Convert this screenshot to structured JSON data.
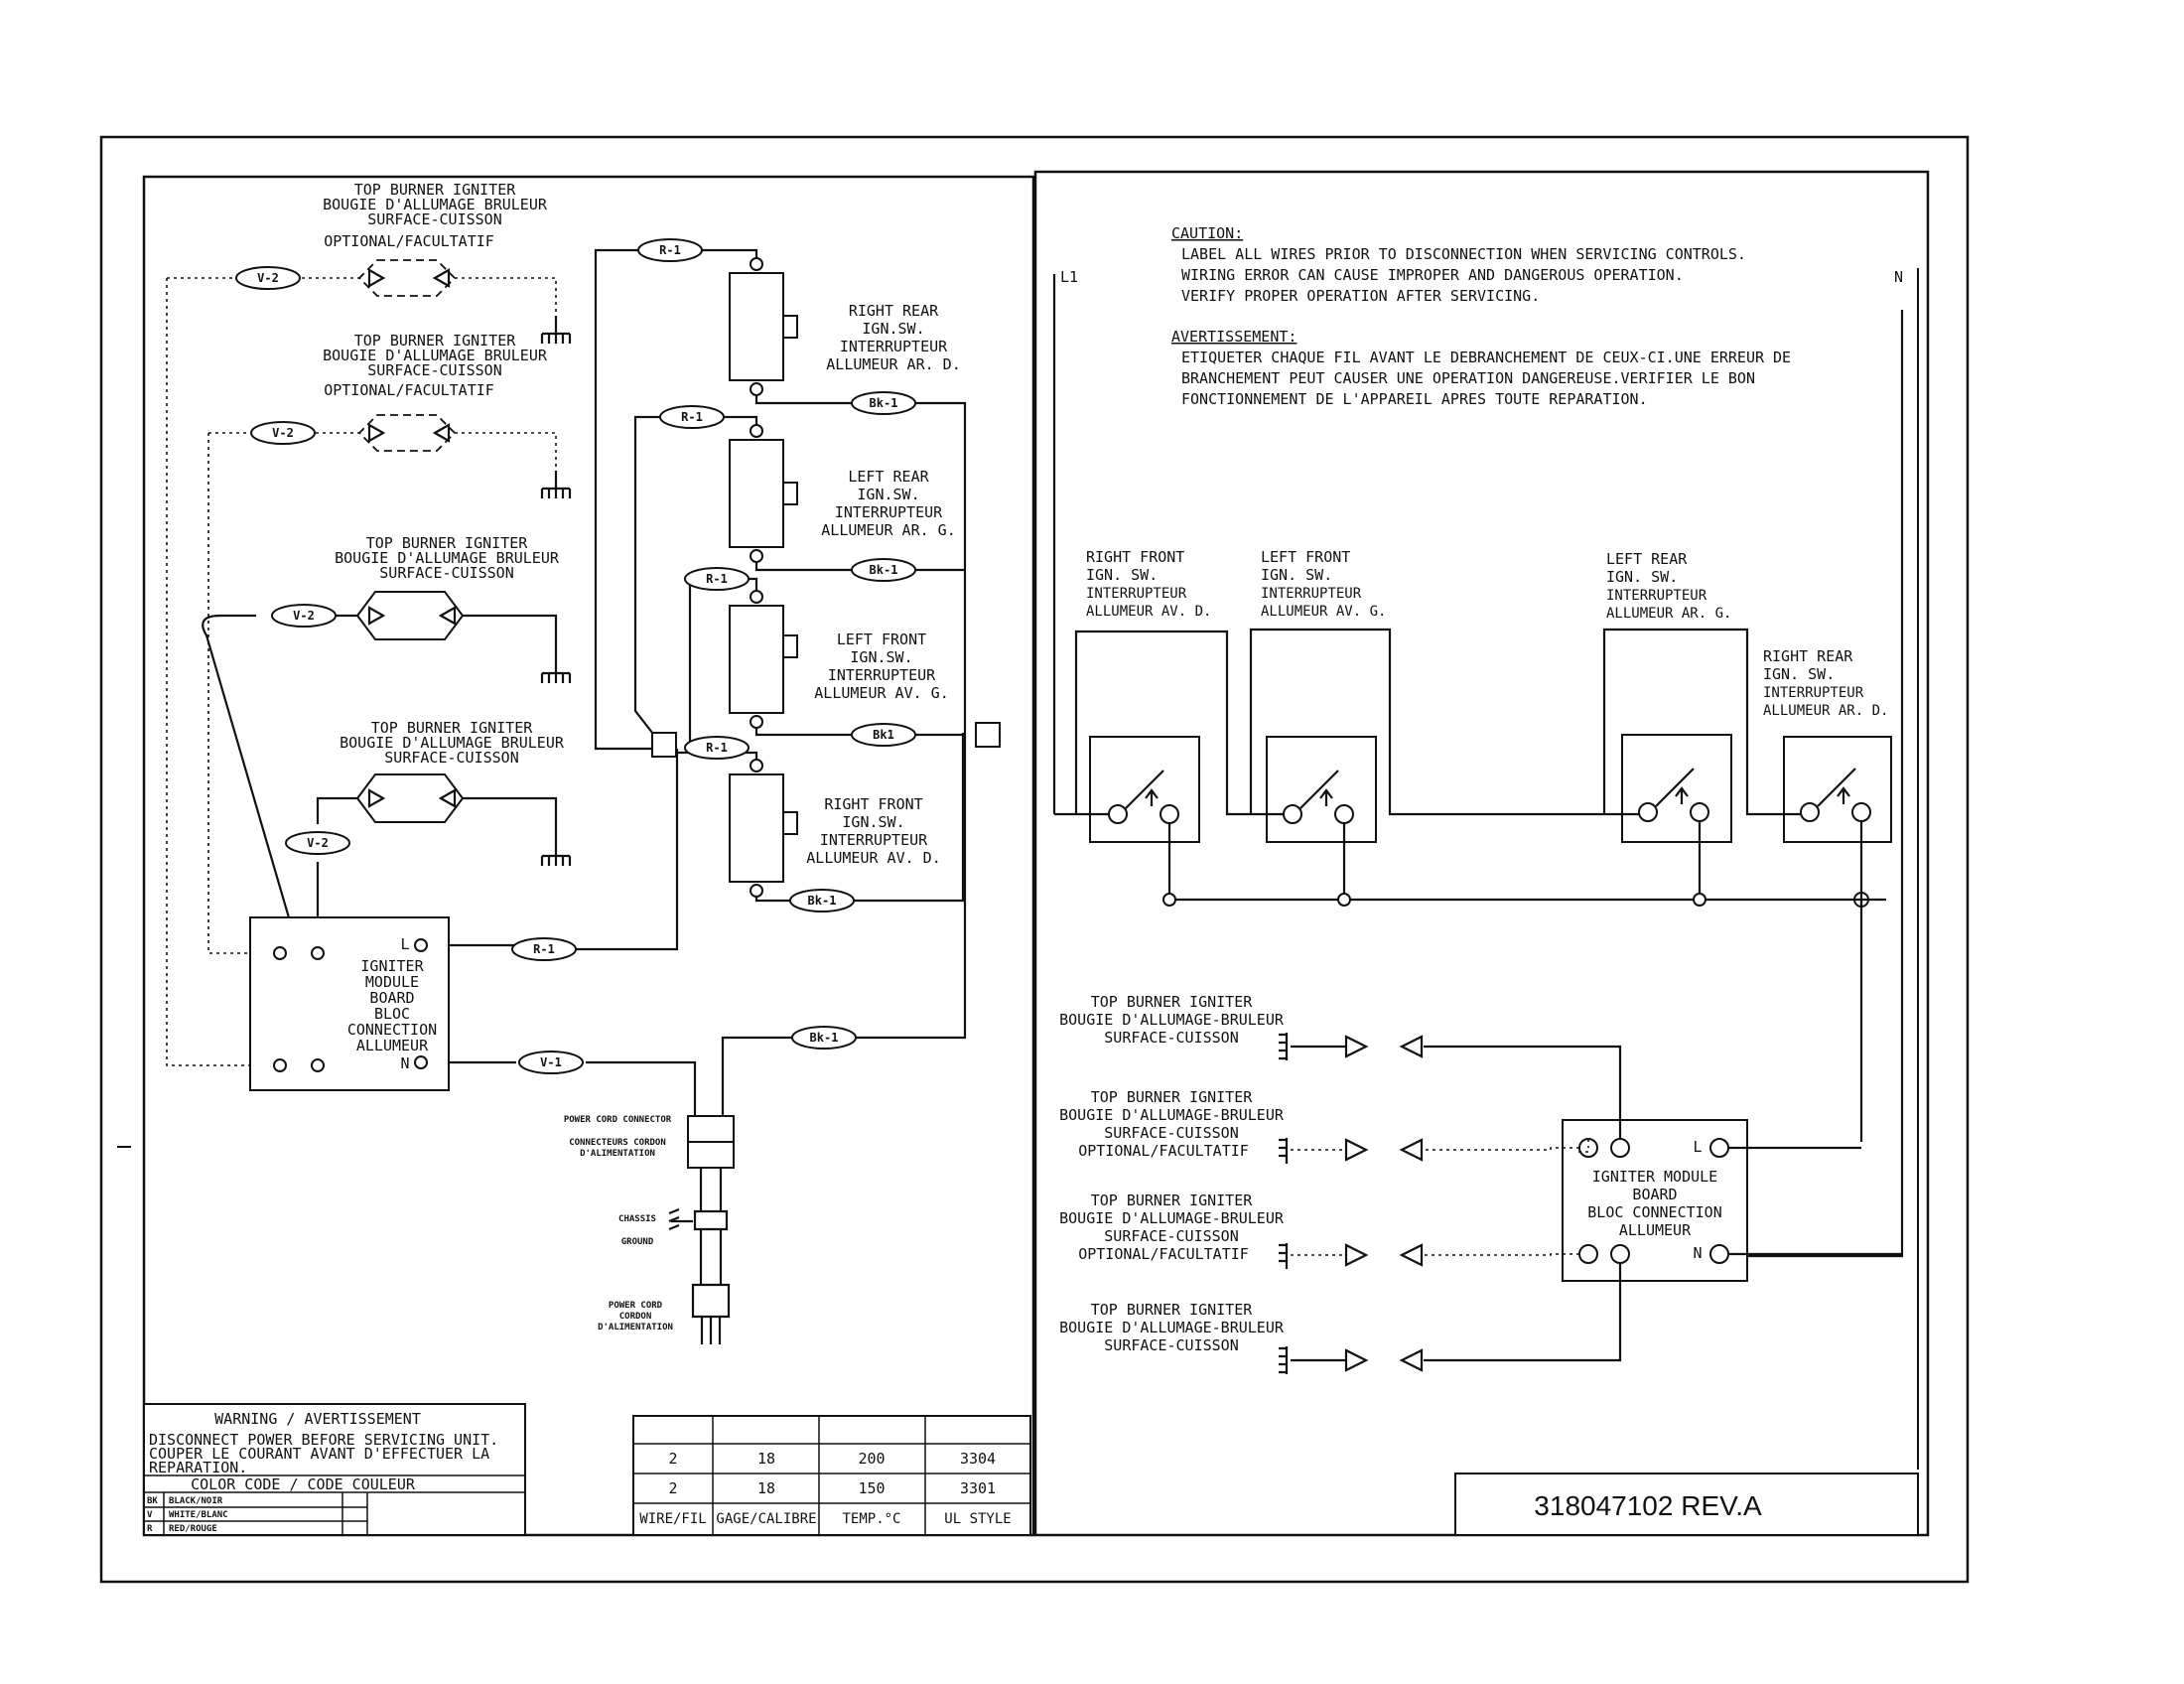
{
  "left": {
    "igniters": [
      {
        "l1": "TOP BURNER IGNITER",
        "l2": "BOUGIE D'ALLUMAGE BRULEUR",
        "l3": "SURFACE-CUISSON",
        "opt": "OPTIONAL/FACULTATIF"
      },
      {
        "l1": "TOP BURNER IGNITER",
        "l2": "BOUGIE D'ALLUMAGE BRULEUR",
        "l3": "SURFACE-CUISSON",
        "opt": "OPTIONAL/FACULTATIF"
      },
      {
        "l1": "TOP BURNER IGNITER",
        "l2": "BOUGIE D'ALLUMAGE BRULEUR",
        "l3": "SURFACE-CUISSON"
      },
      {
        "l1": "TOP BURNER IGNITER",
        "l2": "BOUGIE D'ALLUMAGE BRULEUR",
        "l3": "SURFACE-CUISSON"
      }
    ],
    "switches": [
      {
        "l1": "RIGHT REAR",
        "l2": "IGN.SW.",
        "l3": "INTERRUPTEUR",
        "l4": "ALLUMEUR AR. D."
      },
      {
        "l1": "LEFT REAR",
        "l2": "IGN.SW.",
        "l3": "INTERRUPTEUR",
        "l4": "ALLUMEUR AR. G."
      },
      {
        "l1": "LEFT FRONT",
        "l2": "IGN.SW.",
        "l3": "INTERRUPTEUR",
        "l4": "ALLUMEUR AV. G."
      },
      {
        "l1": "RIGHT FRONT",
        "l2": "IGN.SW.",
        "l3": "INTERRUPTEUR",
        "l4": "ALLUMEUR AV. D."
      }
    ],
    "wires": {
      "v2": "V-2",
      "v1": "V-1",
      "r1": "R-1",
      "bk1": "Bk-1",
      "bk1b": "Bk1"
    },
    "module": {
      "l1": "IGNITER",
      "l2": "MODULE",
      "l3": "BOARD",
      "l4": "BLOC",
      "l5": "CONNECTION",
      "l6": "ALLUMEUR",
      "L": "L",
      "N": "N"
    },
    "power": {
      "connector": "POWER CORD CONNECTOR",
      "connector_fr1": "CONNECTEURS CORDON",
      "connector_fr2": "D'ALIMENTATION",
      "chassis": "CHASSIS",
      "ground": "GROUND",
      "cord1": "POWER CORD",
      "cord2": "CORDON",
      "cord3": "D'ALIMENTATION"
    }
  },
  "warning": {
    "title": "WARNING / AVERTISSEMENT",
    "line1": "DISCONNECT POWER BEFORE SERVICING UNIT.",
    "line2": "COUPER LE COURANT AVANT D'EFFECTUER LA",
    "line3": "REPARATION.",
    "color_header": "COLOR CODE / CODE COULEUR",
    "colors": [
      {
        "code": "BK",
        "name": "BLACK/NOIR"
      },
      {
        "code": "V",
        "name": "WHITE/BLANC"
      },
      {
        "code": "R",
        "name": "RED/ROUGE"
      }
    ]
  },
  "wire_table": {
    "rows": [
      [
        "2",
        "18",
        "200",
        "3304"
      ],
      [
        "2",
        "18",
        "150",
        "3301"
      ]
    ],
    "headers": [
      "WIRE/FIL",
      "GAGE/CALIBRE",
      "TEMP.°C",
      "UL STYLE"
    ]
  },
  "right": {
    "caution_title": "CAUTION:",
    "caution": [
      "LABEL ALL WIRES PRIOR TO DISCONNECTION WHEN SERVICING CONTROLS.",
      "WIRING ERROR CAN CAUSE IMPROPER AND DANGEROUS OPERATION.",
      "VERIFY PROPER OPERATION AFTER SERVICING."
    ],
    "avert_title": "AVERTISSEMENT:",
    "avert": [
      "ETIQUETER CHAQUE FIL AVANT LE DEBRANCHEMENT DE CEUX-CI.UNE ERREUR DE",
      "BRANCHEMENT PEUT CAUSER UNE OPERATION DANGEREUSE.VERIFIER LE BON",
      "FONCTIONNEMENT DE L'APPAREIL APRES TOUTE REPARATION."
    ],
    "l1": "L1",
    "n": "N",
    "switches": [
      {
        "l1": "RIGHT FRONT",
        "l2": "IGN. SW.",
        "l3": "INTERRUPTEUR",
        "l4": "ALLUMEUR AV. D."
      },
      {
        "l1": "LEFT FRONT",
        "l2": "IGN. SW.",
        "l3": "INTERRUPTEUR",
        "l4": "ALLUMEUR AV. G."
      },
      {
        "l1": "LEFT REAR",
        "l2": "IGN. SW.",
        "l3": "INTERRUPTEUR",
        "l4": "ALLUMEUR AR. G."
      },
      {
        "l1": "RIGHT REAR",
        "l2": "IGN. SW.",
        "l3": "INTERRUPTEUR",
        "l4": "ALLUMEUR AR. D."
      }
    ],
    "igniters": [
      {
        "l1": "TOP BURNER IGNITER",
        "l2": "BOUGIE D'ALLUMAGE-BRULEUR",
        "l3": "SURFACE-CUISSON"
      },
      {
        "l1": "TOP BURNER IGNITER",
        "l2": "BOUGIE D'ALLUMAGE-BRULEUR",
        "l3": "SURFACE-CUISSON",
        "opt": "OPTIONAL/FACULTATIF"
      },
      {
        "l1": "TOP BURNER IGNITER",
        "l2": "BOUGIE D'ALLUMAGE-BRULEUR",
        "l3": "SURFACE-CUISSON",
        "opt": "OPTIONAL/FACULTATIF"
      },
      {
        "l1": "TOP BURNER IGNITER",
        "l2": "BOUGIE D'ALLUMAGE-BRULEUR",
        "l3": "SURFACE-CUISSON"
      }
    ],
    "module": {
      "l1": "IGNITER MODULE",
      "l2": "BOARD",
      "l3": "BLOC CONNECTION",
      "l4": "ALLUMEUR",
      "L": "L",
      "N": "N"
    },
    "part_number": "318047102 REV.A"
  }
}
